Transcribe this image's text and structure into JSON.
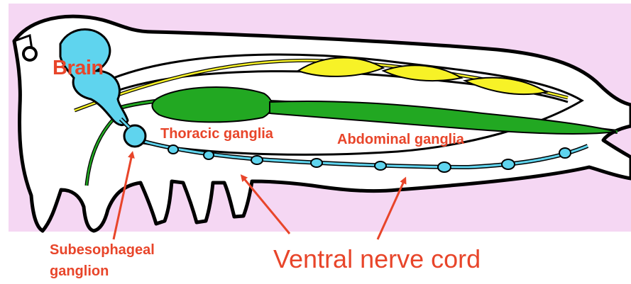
{
  "colors": {
    "background_panel": "#f5d7f3",
    "body_fill": "#ffffff",
    "outline": "#000000",
    "brain_and_ventral_cord": "#5fd4ee",
    "dorsal_nerve": "#f7f227",
    "ganglia_green": "#22a822",
    "label_red": "#e8452a"
  },
  "labels": {
    "brain": "Brain",
    "thoracic_ganglia": "Thoracic ganglia",
    "abdominal_ganglia": "Abdominal ganglia",
    "subesophageal_line1": "Subesophageal",
    "subesophageal_line2": "ganglion",
    "ventral_nerve_cord": "Ventral nerve cord"
  }
}
